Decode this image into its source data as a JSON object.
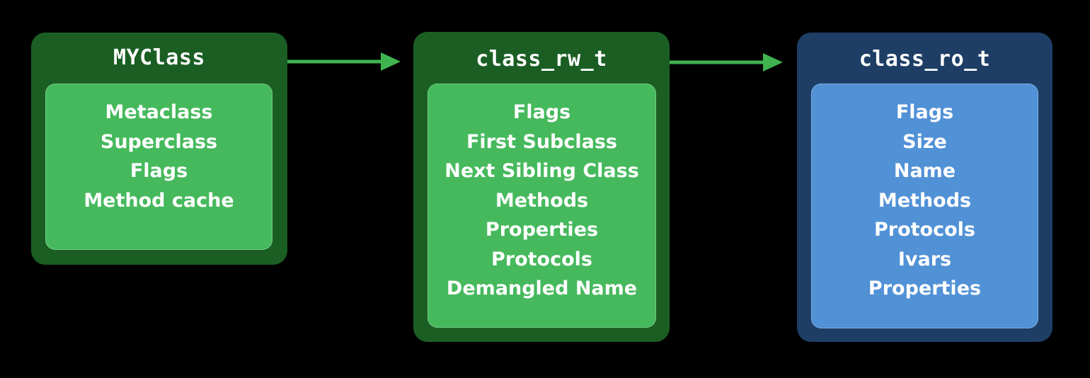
{
  "colors": {
    "background": "#000000",
    "green_outer": "#1b5e24",
    "green_inner": "#46b95d",
    "blue_outer": "#1e3e66",
    "blue_inner": "#5191d6",
    "arrow": "#3fb34f",
    "text": "#ffffff"
  },
  "boxes": [
    {
      "title": "MYClass",
      "fields": [
        "Metaclass",
        "Superclass",
        "Flags",
        "Method cache"
      ]
    },
    {
      "title": "class_rw_t",
      "fields": [
        "Flags",
        "First Subclass",
        "Next Sibling Class",
        "Methods",
        "Properties",
        "Protocols",
        "Demangled Name"
      ]
    },
    {
      "title": "class_ro_t",
      "fields": [
        "Flags",
        "Size",
        "Name",
        "Methods",
        "Protocols",
        "Ivars",
        "Properties"
      ]
    }
  ],
  "arrows": [
    {
      "from": "MYClass",
      "to": "class_rw_t",
      "icon": "arrow-right-icon"
    },
    {
      "from": "class_rw_t",
      "to": "class_ro_t",
      "icon": "arrow-right-icon"
    }
  ]
}
